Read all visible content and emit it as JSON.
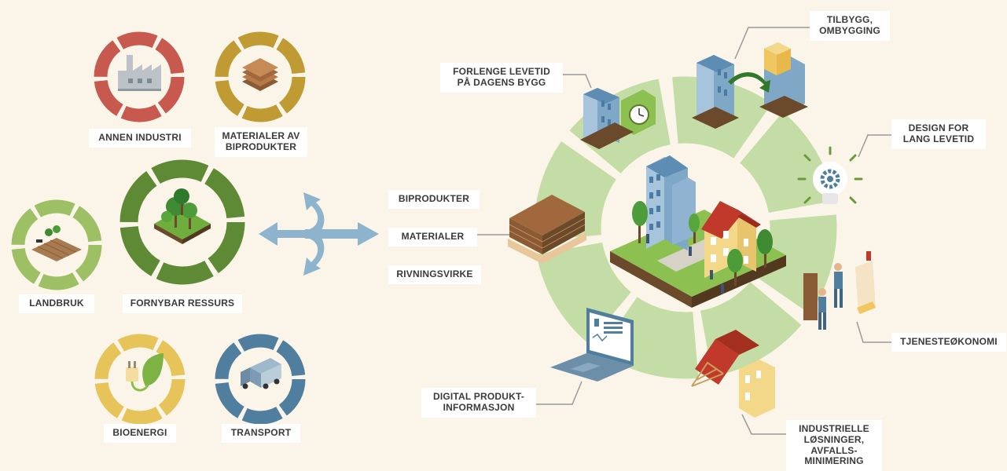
{
  "colors": {
    "background": "#fbf5e9",
    "ring_red": "#c8594f",
    "ring_gold": "#c09a32",
    "ring_green": "#5f8a35",
    "ring_light_green": "#9cc063",
    "ring_yellow": "#e6c45a",
    "ring_blue": "#4f7e9e",
    "circle_segment": "#c4dca5",
    "arrow_blue": "#8db4cc"
  },
  "left_cycles": {
    "annen_industri": "ANNEN INDUSTRI",
    "materialer_av_biprodukter_1": "MATERIALER AV",
    "materialer_av_biprodukter_2": "BIPRODUKTER",
    "landbruk": "LANDBRUK",
    "fornybar_ressurs": "FORNYBAR RESSURS",
    "bioenergi": "BIOENERGI",
    "transport": "TRANSPORT"
  },
  "flows": {
    "biprodukter": "BIPRODUKTER",
    "materialer": "MATERIALER",
    "rivningsvirke": "RIVNINGSVIRKE"
  },
  "circular_building": {
    "forlenge_1": "FORLENGE LEVETID",
    "forlenge_2": "PÅ DAGENS BYGG",
    "tilbygg_1": "TILBYGG,",
    "tilbygg_2": "OMBYGGING",
    "design_1": "DESIGN FOR",
    "design_2": "LANG LEVETID",
    "tjeneste": "TJENESTEØKONOMI",
    "industrielle_1": "INDUSTRIELLE",
    "industrielle_2": "LØSNINGER,",
    "industrielle_3": "AVFALLS-",
    "industrielle_4": "MINIMERING",
    "digital_1": "DIGITAL PRODUKT-",
    "digital_2": "INFORMASJON"
  },
  "icons": [
    "factory-icon",
    "stacked-boards-icon",
    "farm-field-icon",
    "forest-icon",
    "plug-leaf-icon",
    "truck-icon",
    "buildings-clock-icon",
    "extension-building-icon",
    "lightbulb-gear-icon",
    "workers-icon",
    "house-frame-icon",
    "laptop-icon",
    "timber-pallet-icon",
    "city-block-icon"
  ]
}
